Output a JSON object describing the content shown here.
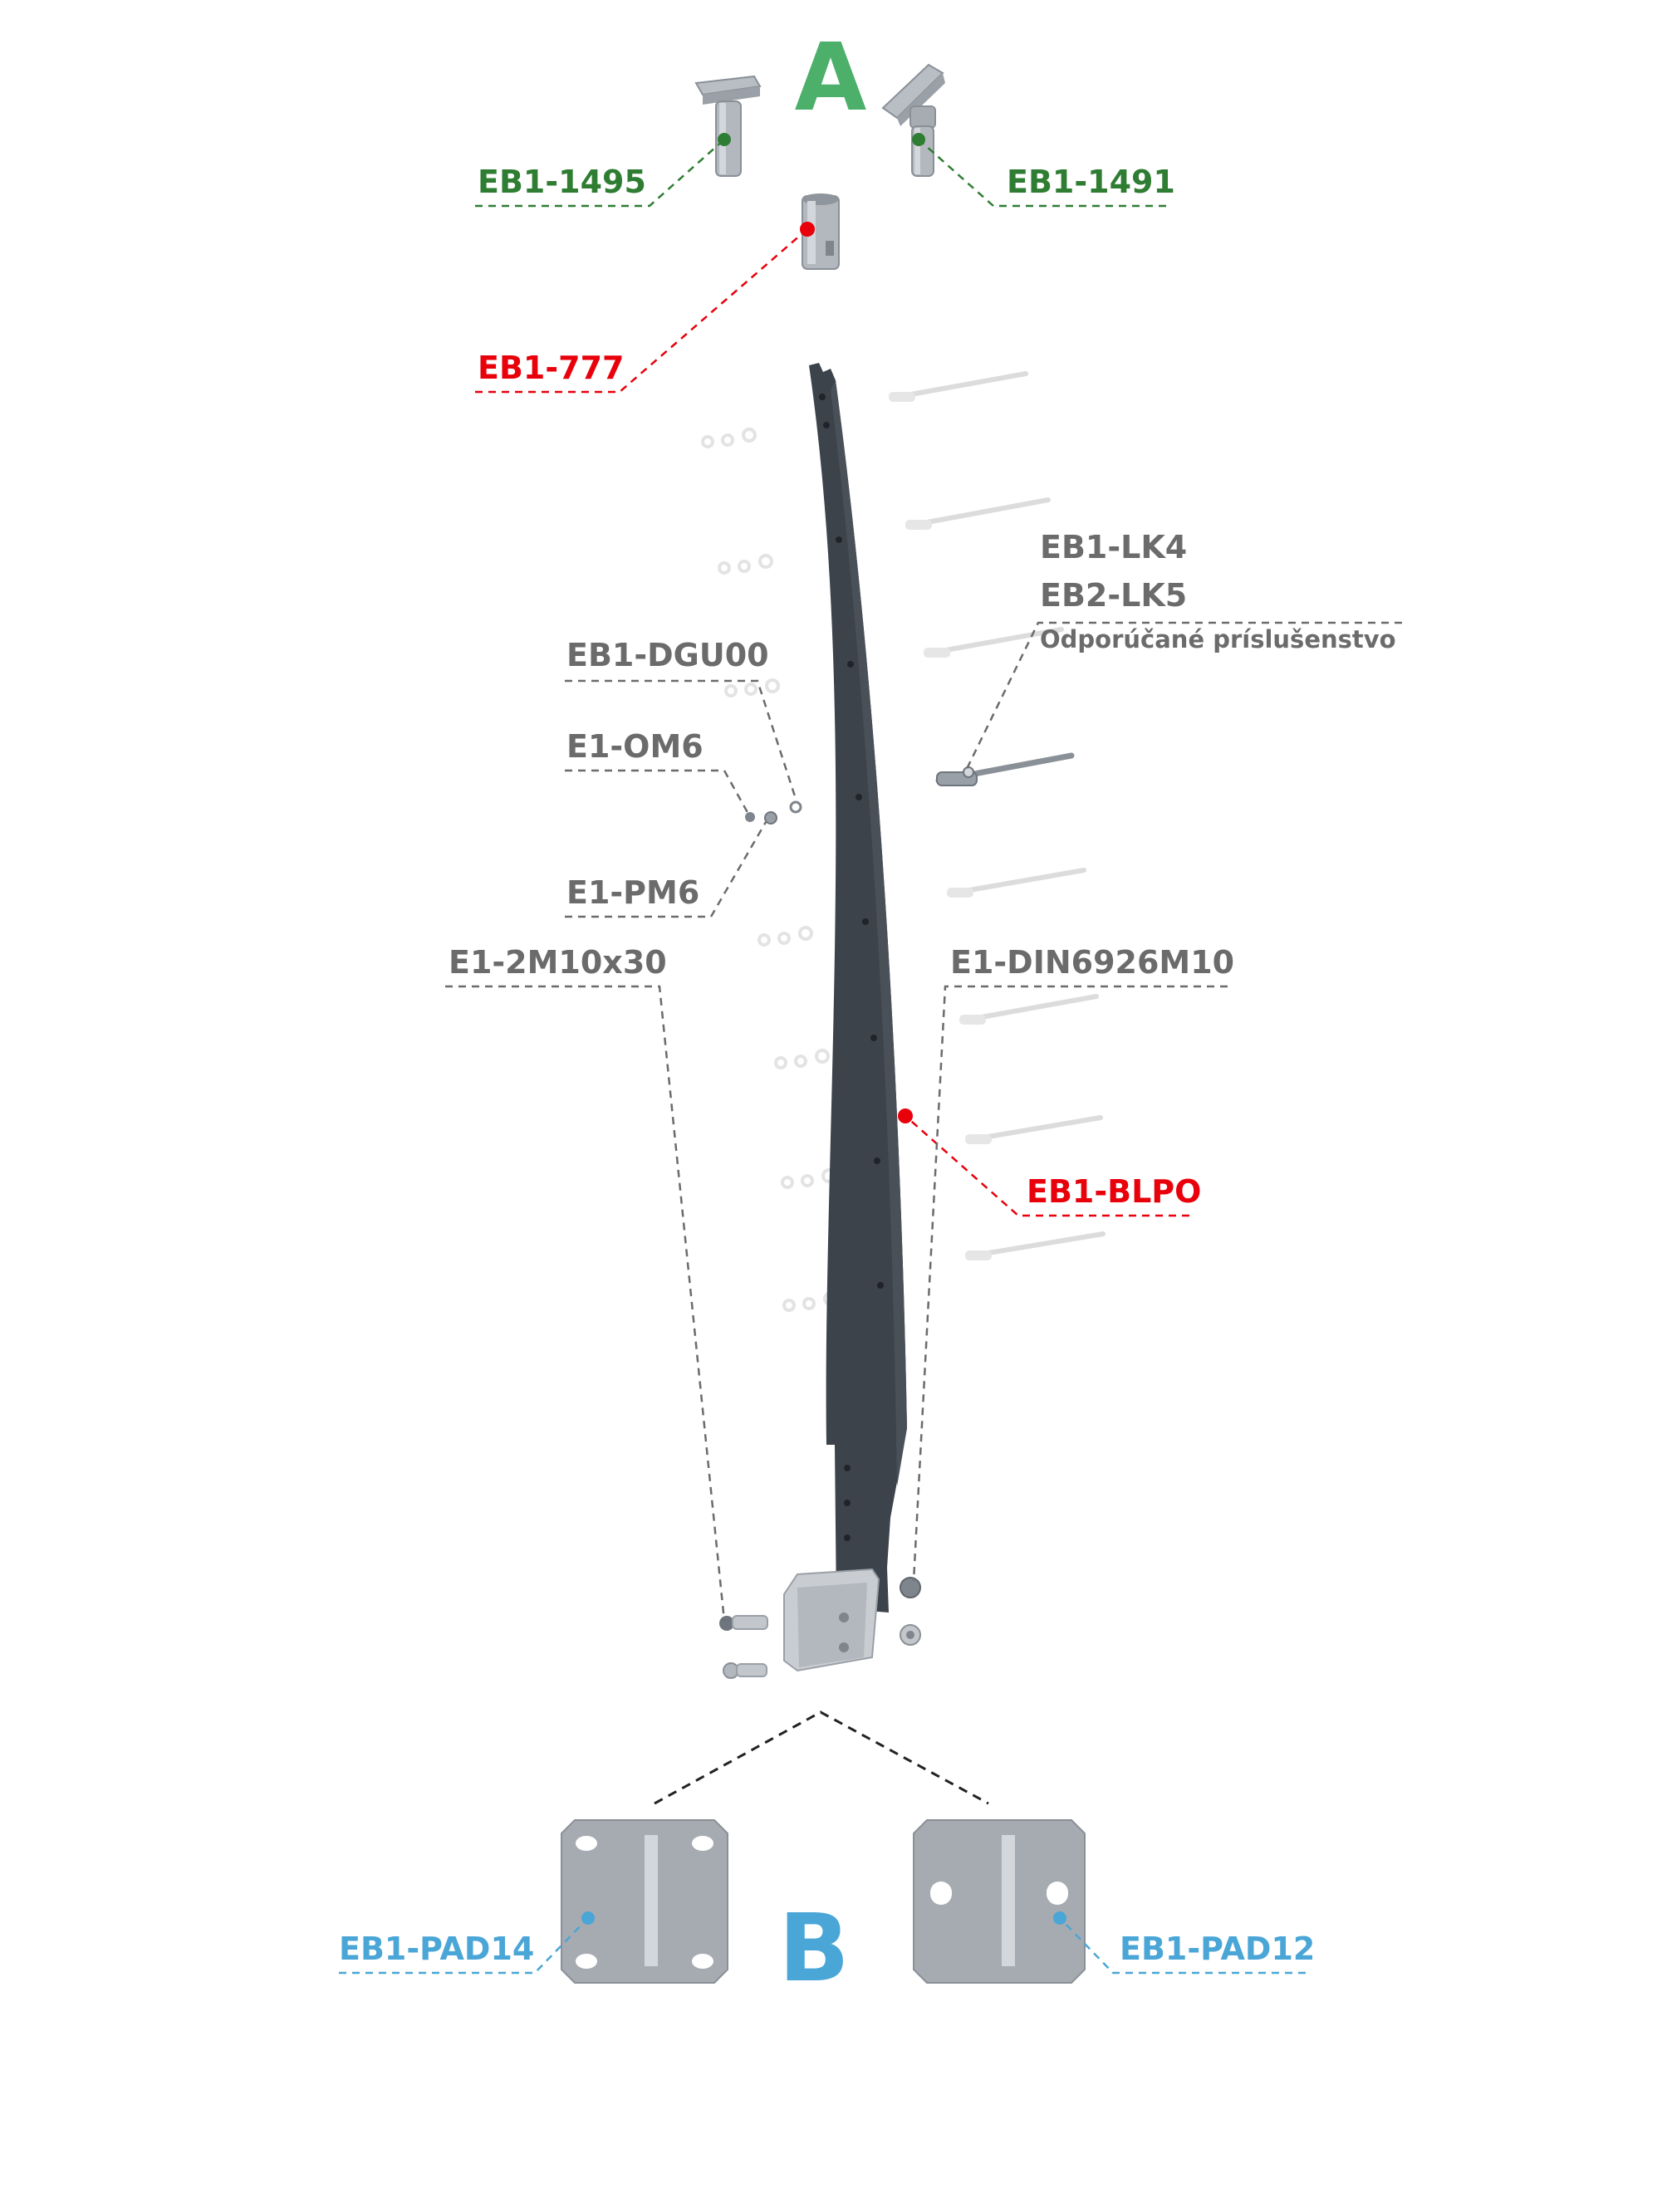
{
  "colors": {
    "green": "#2e7d32",
    "greenBig": "#4caf6a",
    "red": "#e8000b",
    "gray": "#6b6b6b",
    "blue": "#4aa6d6",
    "post": "#3d434b",
    "metal": "#a6abb1",
    "metalDark": "#7f858c",
    "ghost": "#dcdcdc"
  },
  "section_a": "A",
  "section_b": "B",
  "labels": {
    "eb1_1495": "EB1-1495",
    "eb1_1491": "EB1-1491",
    "eb1_777": "EB1-777",
    "eb1_lk4": "EB1-LK4",
    "eb2_lk5": "EB2-LK5",
    "recommended": "Odporúčané príslušenstvo",
    "eb1_dgu00": "EB1-DGU00",
    "e1_om6": "E1-OM6",
    "e1_pm6": "E1-PM6",
    "eb1_blpo": "EB1-BLPO",
    "e1_2m10x30": "E1-2M10x30",
    "e1_din6926m10": "E1-DIN6926M10",
    "eb1_pad14": "EB1-PAD14",
    "eb1_pad12": "EB1-PAD12"
  }
}
